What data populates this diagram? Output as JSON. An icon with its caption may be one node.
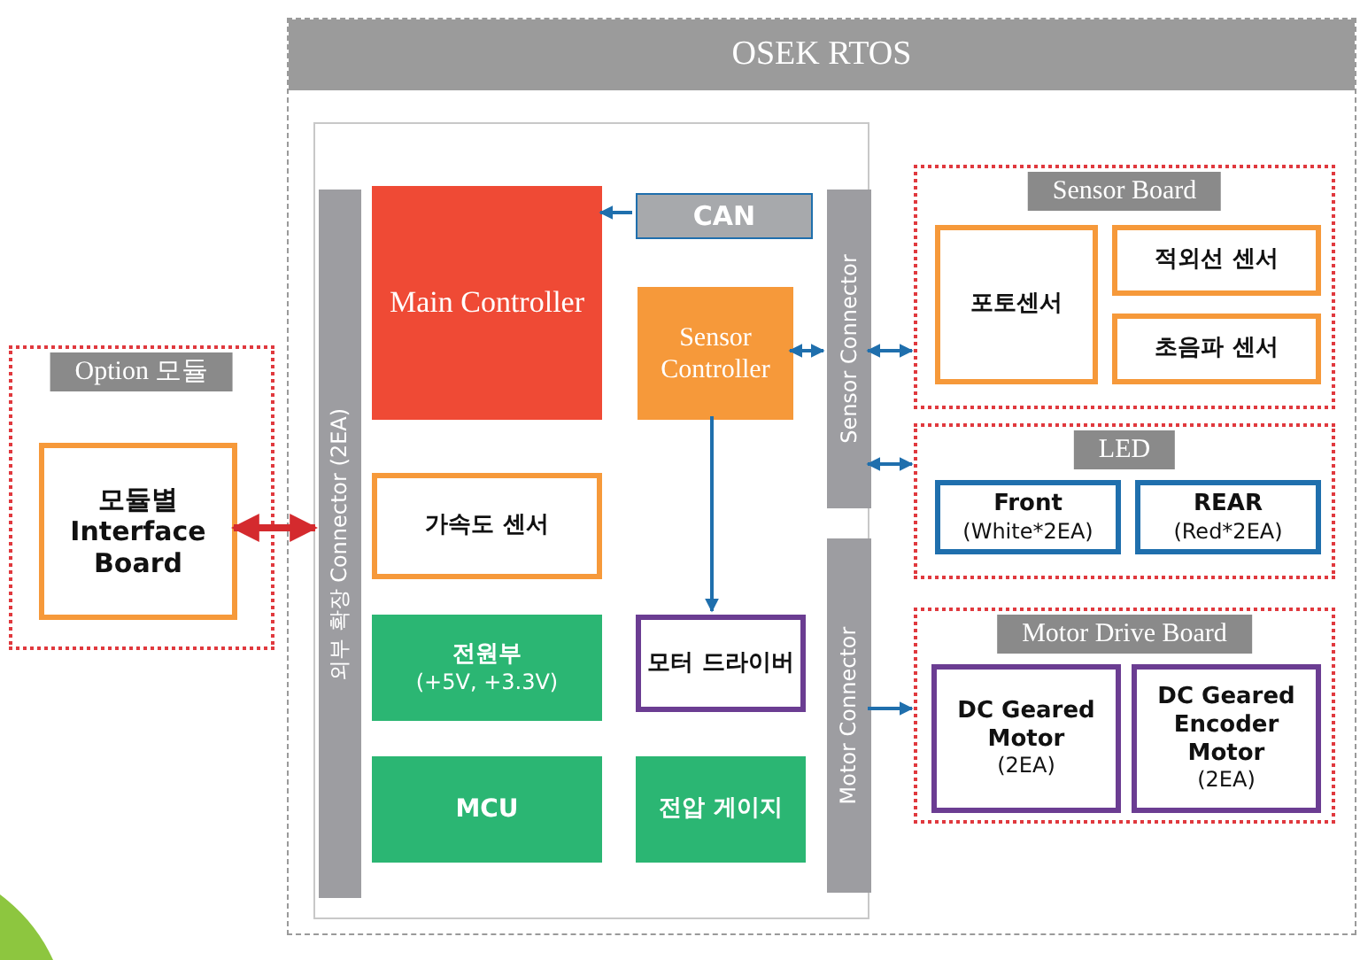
{
  "diagram": {
    "nodes": [
      {
        "text": [
          "OSEK RTOS"
        ]
      },
      {
        "text": [],
        "shape": "box",
        "in": 0
      },
      {
        "text": [
          "외부 확장 Connector (2EA)"
        ],
        "in": 1
      },
      {
        "text": [
          "Main Controller"
        ],
        "in": 1
      },
      {
        "text": [
          "CAN"
        ],
        "in": 1
      },
      {
        "text": [
          "Sensor Controller"
        ],
        "in": 1
      },
      {
        "text": [
          "Sensor Connector"
        ],
        "in": 1
      },
      {
        "text": [
          "가속도 센서"
        ],
        "in": 1
      },
      {
        "text": [
          "전원부",
          "(+5V, +3.3V)"
        ],
        "in": 1
      },
      {
        "text": [
          "모터 드라이버"
        ],
        "in": 1
      },
      {
        "text": [
          "Motor Connector"
        ],
        "in": 1
      },
      {
        "text": [
          "MCU"
        ],
        "in": 1
      },
      {
        "text": [
          "전압 게이지"
        ],
        "in": 1
      },
      {
        "text": [
          "Sensor Board"
        ],
        "in": 0
      },
      {
        "text": [
          "포토센서"
        ],
        "in": 13
      },
      {
        "text": [
          "적외선 센서"
        ],
        "in": 13
      },
      {
        "text": [
          "초음파 센서"
        ],
        "in": 13
      },
      {
        "text": [
          "LED"
        ],
        "in": 0
      },
      {
        "text": [
          "Front",
          "(White*2EA)"
        ],
        "in": 17
      },
      {
        "text": [
          "REAR",
          "(Red*2EA)"
        ],
        "in": 17
      },
      {
        "text": [
          "Motor Drive Board"
        ],
        "in": 0
      },
      {
        "text": [
          "DC Geared Motor",
          "(2EA)"
        ],
        "in": 20
      },
      {
        "text": [
          "DC Geared Encoder Motor",
          "(2EA)"
        ],
        "in": 20
      },
      {
        "text": [
          "Option 모듈"
        ]
      },
      {
        "text": [
          "모듈별 Interface Board"
        ],
        "in": 23
      }
    ],
    "edges": [
      {
        "from": 4,
        "to": 3,
        "arrow": "to"
      },
      {
        "from": 5,
        "to": 6,
        "arrow": "both"
      },
      {
        "from": 6,
        "to": 13,
        "arrow": "both"
      },
      {
        "from": 6,
        "to": 17,
        "arrow": "both"
      },
      {
        "from": 5,
        "to": 9,
        "arrow": "to"
      },
      {
        "from": 10,
        "to": 20,
        "arrow": "to"
      },
      {
        "from": 24,
        "to": 2,
        "arrow": "both",
        "style": "thick",
        "color": "#d42a2e"
      }
    ]
  }
}
